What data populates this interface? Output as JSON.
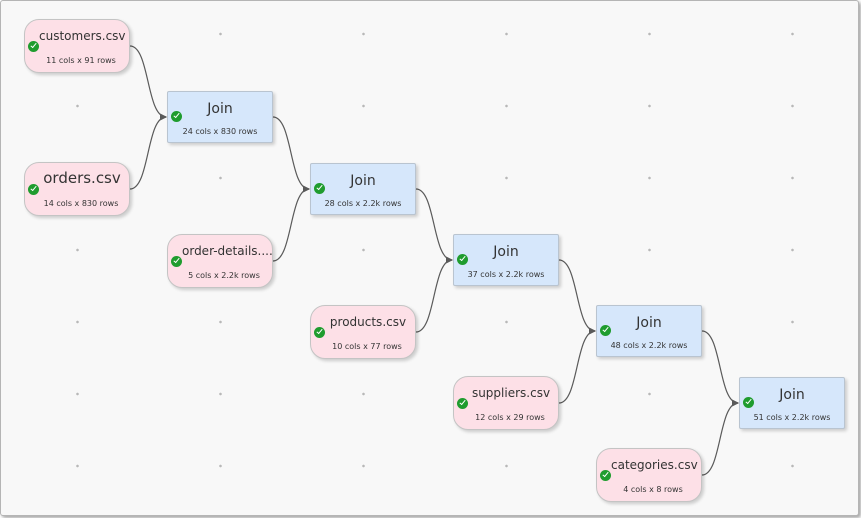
{
  "canvas": {
    "dot_color": "#b8b8b8",
    "background": "#f8f8f8"
  },
  "colors": {
    "input_node": "#fde0e7",
    "join_node": "#d6e7fb",
    "status_ok": "#1f9c2e",
    "edge": "#5a5a5a"
  },
  "nodes": {
    "customers": {
      "title": "customers.csv",
      "info": "11 cols x 91 rows",
      "status": "check-icon"
    },
    "orders": {
      "title": "orders.csv",
      "info": "14 cols x 830 rows",
      "status": "check-icon"
    },
    "join1": {
      "title": "Join",
      "info": "24 cols x 830 rows",
      "status": "check-icon"
    },
    "order_details": {
      "title": "order-details....",
      "info": "5 cols x 2.2k rows",
      "status": "check-icon"
    },
    "join2": {
      "title": "Join",
      "info": "28 cols x 2.2k rows",
      "status": "check-icon"
    },
    "products": {
      "title": "products.csv",
      "info": "10 cols x 77 rows",
      "status": "check-icon"
    },
    "join3": {
      "title": "Join",
      "info": "37 cols x 2.2k rows",
      "status": "check-icon"
    },
    "suppliers": {
      "title": "suppliers.csv",
      "info": "12 cols x 29 rows",
      "status": "check-icon"
    },
    "join4": {
      "title": "Join",
      "info": "48 cols x 2.2k rows",
      "status": "check-icon"
    },
    "categories": {
      "title": "categories.csv",
      "info": "4 cols x 8 rows",
      "status": "check-icon"
    },
    "join5": {
      "title": "Join",
      "info": "51 cols x 2.2k rows",
      "status": "check-icon"
    }
  },
  "connections": [
    [
      "customers",
      "join1"
    ],
    [
      "orders",
      "join1"
    ],
    [
      "join1",
      "join2"
    ],
    [
      "order_details",
      "join2"
    ],
    [
      "join2",
      "join3"
    ],
    [
      "products",
      "join3"
    ],
    [
      "join3",
      "join4"
    ],
    [
      "suppliers",
      "join4"
    ],
    [
      "join4",
      "join5"
    ],
    [
      "categories",
      "join5"
    ]
  ]
}
